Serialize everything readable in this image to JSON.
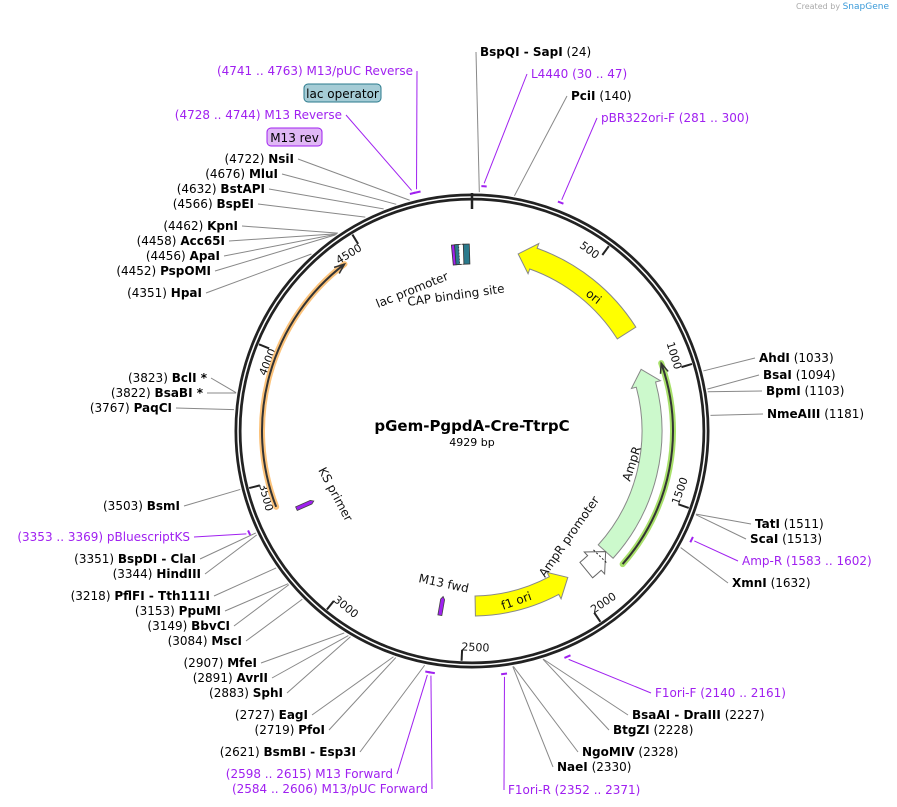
{
  "credit": {
    "prefix": "Created by",
    "brand": "SnapGene"
  },
  "plasmid": {
    "name": "pGem-PgpdA-Cre-TtrpC",
    "length_label": "4929 bp",
    "length": 4929
  },
  "ticks": [
    "500",
    "1000",
    "1500",
    "2000",
    "2500",
    "3000",
    "3500",
    "4000",
    "4500"
  ],
  "enzymes": [
    {
      "name": "BspQI  -  SapI",
      "pos": "(24)",
      "bp": 24
    },
    {
      "name": "PciI",
      "pos": "(140)",
      "bp": 140
    },
    {
      "name": "AhdI",
      "pos": "(1033)",
      "bp": 1033
    },
    {
      "name": "BsaI",
      "pos": "(1094)",
      "bp": 1094
    },
    {
      "name": "BpmI",
      "pos": "(1103)",
      "bp": 1103
    },
    {
      "name": "NmeAIII",
      "pos": "(1181)",
      "bp": 1181
    },
    {
      "name": "TatI",
      "pos": "(1511)",
      "bp": 1511
    },
    {
      "name": "ScaI",
      "pos": "(1513)",
      "bp": 1513
    },
    {
      "name": "XmnI",
      "pos": "(1632)",
      "bp": 1632
    },
    {
      "name": "BsaAI  -  DraIII",
      "pos": "(2227)",
      "bp": 2227
    },
    {
      "name": "BtgZI",
      "pos": "(2228)",
      "bp": 2228
    },
    {
      "name": "NgoMIV",
      "pos": "(2328)",
      "bp": 2328
    },
    {
      "name": "NaeI",
      "pos": "(2330)",
      "bp": 2330
    },
    {
      "name": "BsmBI  -  Esp3I",
      "pos": "(2621)",
      "bp": 2621
    },
    {
      "name": "PfoI",
      "pos": "(2719)",
      "bp": 2719
    },
    {
      "name": "EagI",
      "pos": "(2727)",
      "bp": 2727
    },
    {
      "name": "SphI",
      "pos": "(2883)",
      "bp": 2883
    },
    {
      "name": "AvrII",
      "pos": "(2891)",
      "bp": 2891
    },
    {
      "name": "MfeI",
      "pos": "(2907)",
      "bp": 2907
    },
    {
      "name": "MscI",
      "pos": "(3084)",
      "bp": 3084
    },
    {
      "name": "BbvCI",
      "pos": "(3149)",
      "bp": 3149
    },
    {
      "name": "PpuMI",
      "pos": "(3153)",
      "bp": 3153
    },
    {
      "name": "PflFI  -  Tth111I",
      "pos": "(3218)",
      "bp": 3218
    },
    {
      "name": "HindIII",
      "pos": "(3344)",
      "bp": 3344
    },
    {
      "name": "BspDI  -  ClaI",
      "pos": "(3351)",
      "bp": 3351
    },
    {
      "name": "BsmI",
      "pos": "(3503)",
      "bp": 3503
    },
    {
      "name": "PaqCI",
      "pos": "(3767)",
      "bp": 3767
    },
    {
      "name": "BsaBI *",
      "pos": "(3822)",
      "bp": 3822
    },
    {
      "name": "BclI *",
      "pos": "(3823)",
      "bp": 3823
    },
    {
      "name": "HpaI",
      "pos": "(4351)",
      "bp": 4351
    },
    {
      "name": "PspOMI",
      "pos": "(4452)",
      "bp": 4452
    },
    {
      "name": "ApaI",
      "pos": "(4456)",
      "bp": 4456
    },
    {
      "name": "Acc65I",
      "pos": "(4458)",
      "bp": 4458
    },
    {
      "name": "KpnI",
      "pos": "(4462)",
      "bp": 4462
    },
    {
      "name": "BspEI",
      "pos": "(4566)",
      "bp": 4566
    },
    {
      "name": "BstAPI",
      "pos": "(4632)",
      "bp": 4632
    },
    {
      "name": "MluI",
      "pos": "(4676)",
      "bp": 4676
    },
    {
      "name": "NsiI",
      "pos": "(4722)",
      "bp": 4722
    }
  ],
  "primers": [
    {
      "name": "L4440",
      "range": "(30 .. 47)",
      "start": 30,
      "end": 47
    },
    {
      "name": "pBR322ori-F",
      "range": "(281 .. 300)",
      "start": 281,
      "end": 300
    },
    {
      "name": "Amp-R",
      "range": "(1583 .. 1602)",
      "start": 1583,
      "end": 1602
    },
    {
      "name": "F1ori-F",
      "range": "(2140 .. 2161)",
      "start": 2140,
      "end": 2161
    },
    {
      "name": "F1ori-R",
      "range": "(2352 .. 2371)",
      "start": 2352,
      "end": 2371
    },
    {
      "name": "M13 Forward",
      "range": "(2598 .. 2615)",
      "start": 2598,
      "end": 2615
    },
    {
      "name": "M13/pUC Forward",
      "range": "(2584 .. 2606)",
      "start": 2584,
      "end": 2606
    },
    {
      "name": "pBluescriptKS",
      "range": "(3353 .. 3369)",
      "start": 3353,
      "end": 3369
    },
    {
      "name": "M13 Reverse",
      "range": "(4728 .. 4744)",
      "start": 4728,
      "end": 4744
    },
    {
      "name": "M13/pUC Reverse",
      "range": "(4741 .. 4763)",
      "start": 4741,
      "end": 4763
    }
  ],
  "features": {
    "ori": "ori",
    "ampr": "AmpR",
    "ampr_promoter": "AmpR promoter",
    "f1_ori": "f1 ori",
    "lac_promoter": "lac promoter",
    "cap_site": "CAP binding site",
    "ks_primer": "KS primer",
    "m13_fwd": "M13 fwd",
    "lac_operator": "lac operator",
    "m13_rev": "M13 rev"
  },
  "colors": {
    "primer": "#a020f0",
    "ori": "#ffff00",
    "ampr": "#ccf9cc",
    "lac_operator": "#a5ccd6",
    "m13_rev": "#e0b8f5",
    "orange": "#fbc27a",
    "green": "#a8e06a"
  }
}
